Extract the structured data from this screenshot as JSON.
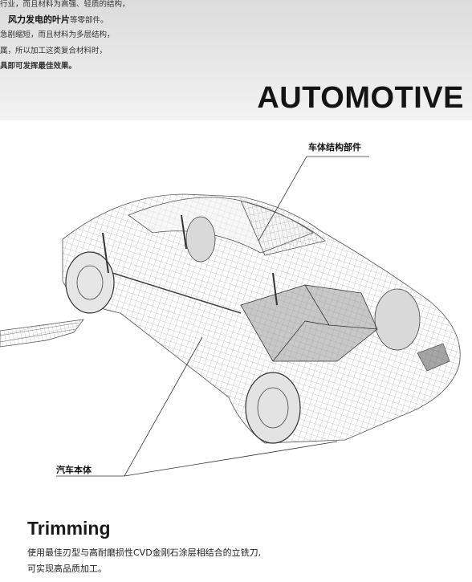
{
  "intro": {
    "line1": "行业，而且材料为高强、轻质的结构，",
    "line2_bold": "风力发电的叶片",
    "line2_rest": "等零部件。",
    "line3": "急剧缩短，而且材料为多层结构，",
    "line4": "属，所以加工这类复合材料时，",
    "line5": "具即可发挥最佳效果。"
  },
  "title": "AUTOMOTIVE",
  "callouts": {
    "body_structure": "车体结构部件",
    "car_body": "汽车本体"
  },
  "section": {
    "title": "Trimming",
    "desc_line1": "使用最佳刃型与高耐磨损性CVD金刚石涂层相结合的立铣刀,",
    "desc_line2": "可实现高品质加工。"
  },
  "colors": {
    "top_band": "#e2e2e2",
    "wire": "#555555",
    "text": "#1a1a1a"
  }
}
